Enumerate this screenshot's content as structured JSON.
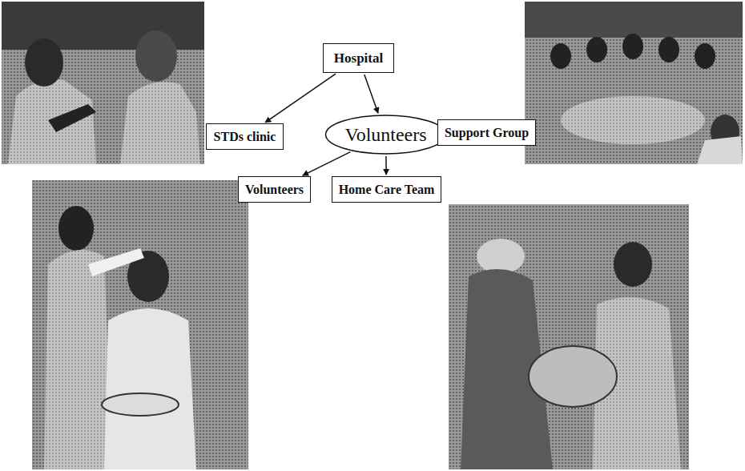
{
  "diagram": {
    "nodes": [
      {
        "text": [
          "Hospital"
        ]
      },
      {
        "text": [
          "STDs clinic"
        ]
      },
      {
        "text": [
          "Volunteers"
        ]
      },
      {
        "text": [
          "Support Group"
        ]
      },
      {
        "text": [
          "Volunteers"
        ]
      },
      {
        "text": [
          "Home Care Team"
        ]
      }
    ],
    "edges": [
      {
        "from": 0,
        "to": 1,
        "arrow": "to"
      },
      {
        "from": 0,
        "to": 2,
        "arrow": "to"
      },
      {
        "from": 2,
        "to": 3,
        "arrow": "to"
      },
      {
        "from": 2,
        "to": 4,
        "arrow": "to"
      },
      {
        "from": 2,
        "to": 5,
        "arrow": "to"
      }
    ]
  }
}
